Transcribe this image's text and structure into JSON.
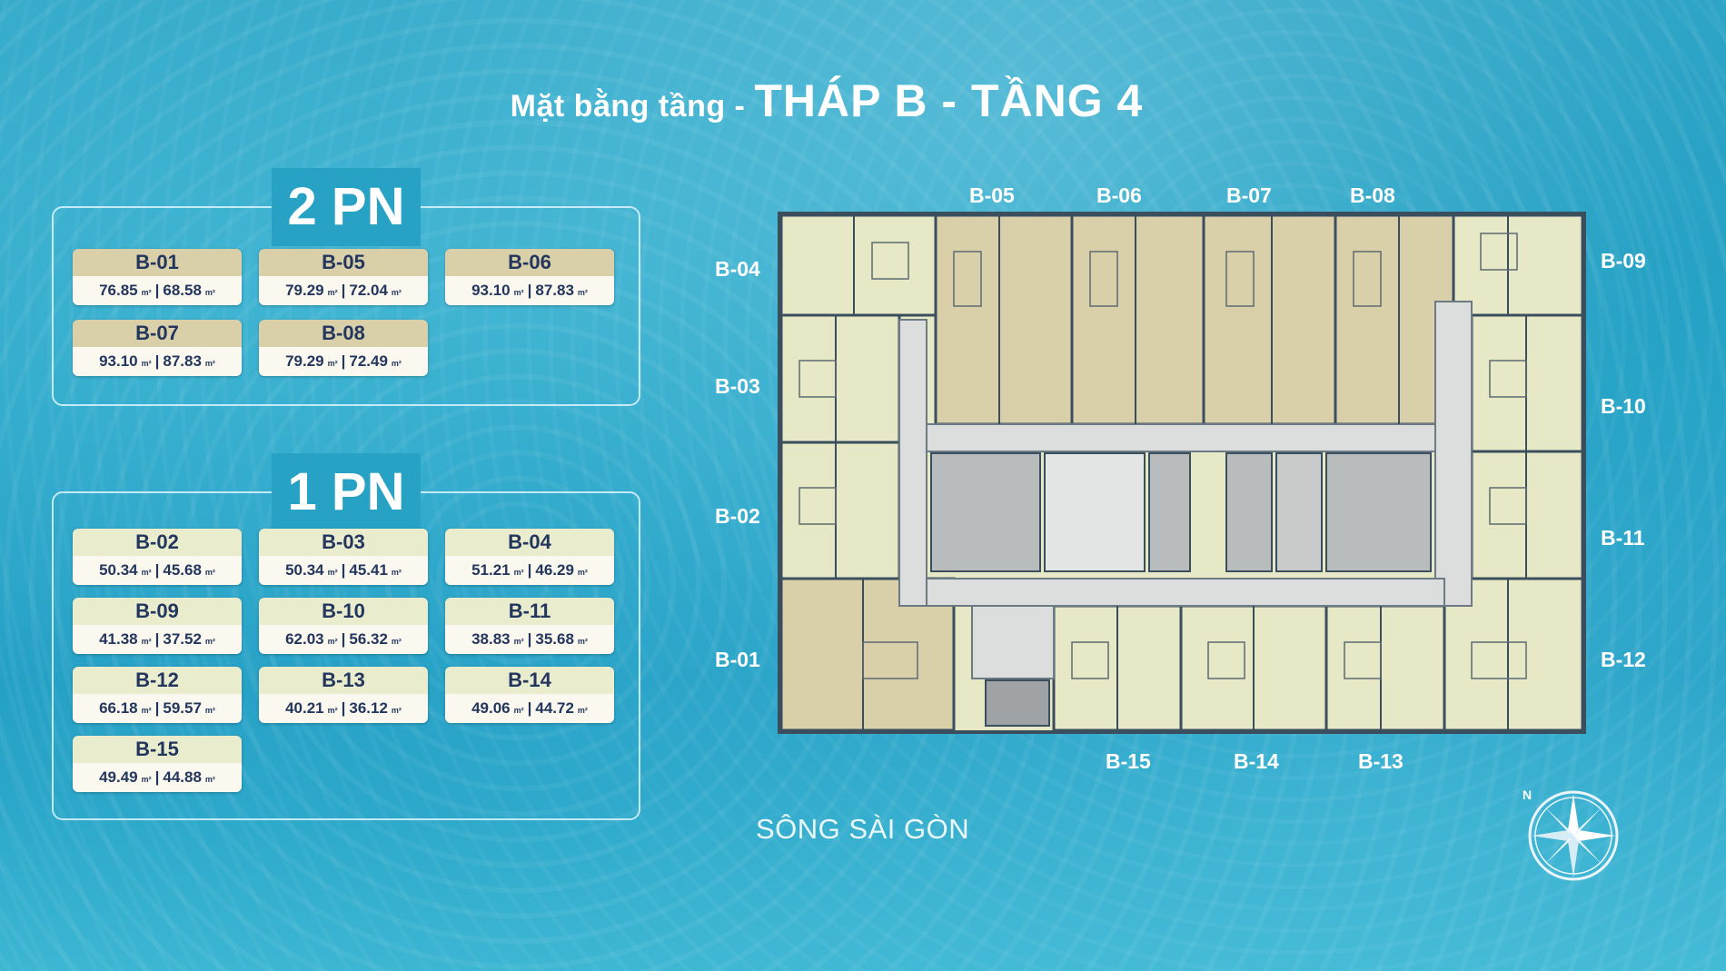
{
  "title": {
    "lead": "Mặt bằng tầng - ",
    "main": "THÁP B - TẦNG 4"
  },
  "groups": [
    {
      "title": "2 PN",
      "units": [
        {
          "code": "B-01",
          "a": "76.85",
          "b": "68.58"
        },
        {
          "code": "B-05",
          "a": "79.29",
          "b": "72.04"
        },
        {
          "code": "B-06",
          "a": "93.10",
          "b": "87.83"
        },
        {
          "code": "B-07",
          "a": "93.10",
          "b": "87.83"
        },
        {
          "code": "B-08",
          "a": "79.29",
          "b": "72.49"
        }
      ]
    },
    {
      "title": "1 PN",
      "units": [
        {
          "code": "B-02",
          "a": "50.34",
          "b": "45.68"
        },
        {
          "code": "B-03",
          "a": "50.34",
          "b": "45.41"
        },
        {
          "code": "B-04",
          "a": "51.21",
          "b": "46.29"
        },
        {
          "code": "B-09",
          "a": "41.38",
          "b": "37.52"
        },
        {
          "code": "B-10",
          "a": "62.03",
          "b": "56.32"
        },
        {
          "code": "B-11",
          "a": "38.83",
          "b": "35.68"
        },
        {
          "code": "B-12",
          "a": "66.18",
          "b": "59.57"
        },
        {
          "code": "B-13",
          "a": "40.21",
          "b": "36.12"
        },
        {
          "code": "B-14",
          "a": "49.06",
          "b": "44.72"
        },
        {
          "code": "B-15",
          "a": "49.49",
          "b": "44.88"
        }
      ]
    }
  ],
  "area_unit": "m²",
  "plan_labels": {
    "top": [
      "B-05",
      "B-06",
      "B-07",
      "B-08"
    ],
    "left": [
      "B-04",
      "B-03",
      "B-02",
      "B-01"
    ],
    "right": [
      "B-09",
      "B-10",
      "B-11",
      "B-12"
    ],
    "bottom": [
      "B-15",
      "B-14",
      "B-13"
    ]
  },
  "river": "SÔNG SÀI GÒN",
  "compass_letter": "N",
  "colors": {
    "two_bed": "#d9cfa9",
    "one_bed": "#e9eccd",
    "wall": "#3b4e5e"
  }
}
